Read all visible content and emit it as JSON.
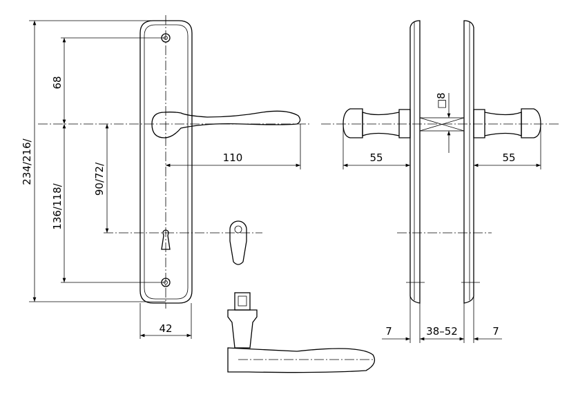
{
  "title": "Door handle on backplate - dimension drawing",
  "dimensions": {
    "overall_height": "234/216/",
    "hole_to_handle": "136/118/",
    "top_screw_to_handle": "68",
    "handle_to_key": "90/72/",
    "lever_length": "110",
    "plate_width": "42",
    "left_projection": "55",
    "right_projection": "55",
    "spindle": "8",
    "spindle_symbol": "□",
    "left_plate_thickness": "7",
    "door_thickness": "38–52",
    "right_plate_thickness": "7"
  },
  "colors": {
    "line": "#000000",
    "background": "#ffffff"
  }
}
